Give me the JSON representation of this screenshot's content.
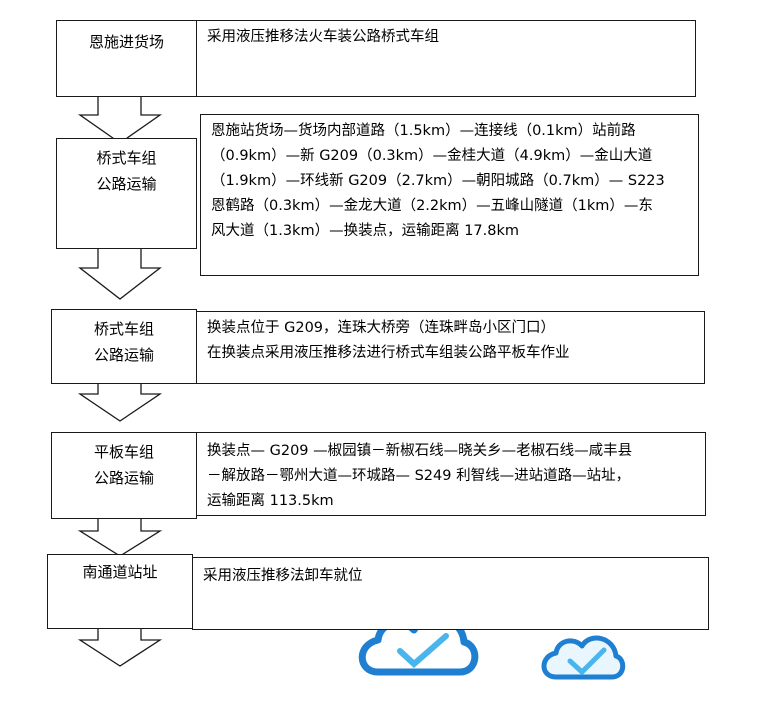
{
  "flow": {
    "steps": [
      {
        "stage": [
          "恩施进货场"
        ],
        "desc": [
          "采用液压推移法火车装公路桥式车组"
        ]
      },
      {
        "stage": [
          "桥式车组",
          "公路运输"
        ],
        "desc": [
          "恩施站货场—货场内部道路（1.5km）—连接线（0.1km）站前路",
          "（0.9km）—新 G209（0.3km）—金桂大道（4.9km）—金山大道",
          "（1.9km）—环线新 G209（2.7km）—朝阳城路（0.7km）— S223",
          "恩鹤路（0.3km）—金龙大道（2.2km）—五峰山隧道（1km）—东",
          "风大道（1.3km）—换装点，运输距离 17.8km"
        ]
      },
      {
        "stage": [
          "桥式车组",
          "公路运输"
        ],
        "desc": [
          "换装点位于 G209，连珠大桥旁（连珠畔岛小区门口）",
          "在换装点采用液压推移法进行桥式车组装公路平板车作业"
        ]
      },
      {
        "stage": [
          "平板车组",
          "公路运输"
        ],
        "desc": [
          "换装点— G209 —椒园镇－新椒石线—晓关乡—老椒石线—咸丰县",
          "－解放路－鄂州大道—环城路— S249 利智线—进站道路—站址，",
          "运输距离 113.5km"
        ]
      },
      {
        "stage": [
          "南通道站址"
        ],
        "desc": [
          "采用液压推移法卸车就位"
        ]
      }
    ]
  },
  "colors": {
    "line": "#1a1a1a",
    "logo_blue": "#1f7fd1",
    "logo_light": "#49b5ec"
  },
  "icons": {
    "arrow": "down-arrow-icon",
    "logo": "cloud-logo-icon"
  }
}
